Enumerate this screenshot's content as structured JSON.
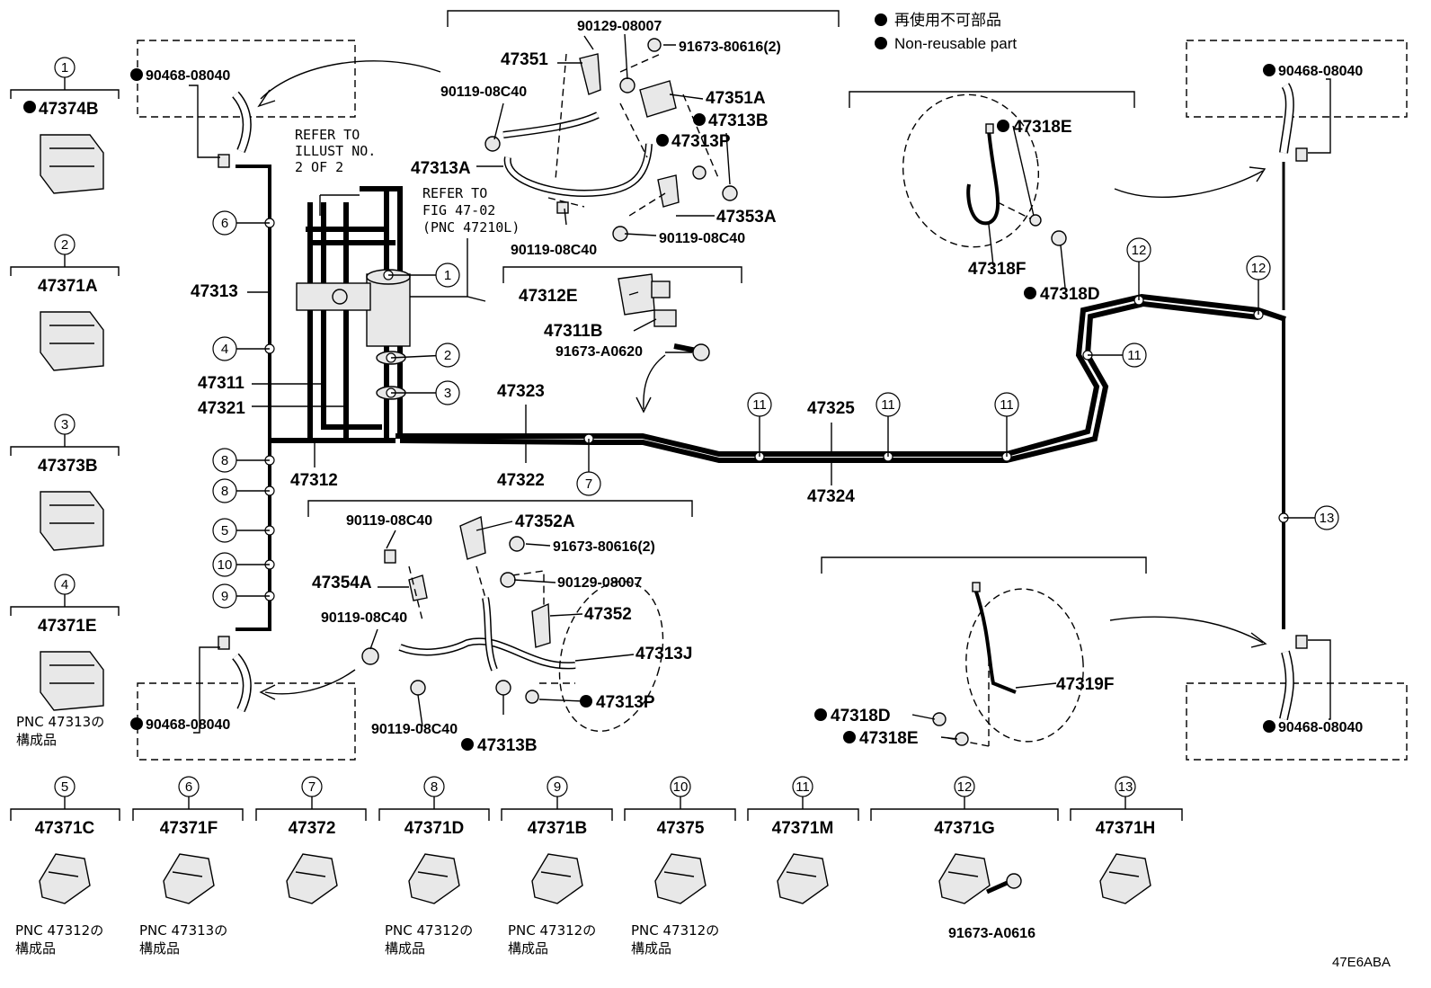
{
  "legend": {
    "jp": "再使用不可部品",
    "en": "Non-reusable part"
  },
  "corner_code": "47E6ABA",
  "notes": {
    "refer_illust": [
      "REFER TO",
      "ILLUST NO.",
      "2 OF 2"
    ],
    "refer_fig": [
      "REFER TO",
      "FIG 47-02",
      "(PNC 47210L)"
    ]
  },
  "left_clips": [
    {
      "n": "1",
      "pn": "47374B",
      "dot": true,
      "note": ""
    },
    {
      "n": "2",
      "pn": "47371A",
      "dot": false,
      "note": ""
    },
    {
      "n": "3",
      "pn": "47373B",
      "dot": false,
      "note": ""
    },
    {
      "n": "4",
      "pn": "47371E",
      "dot": false,
      "note": "PNC 47313の|構成品"
    }
  ],
  "bottom_clips": [
    {
      "n": "5",
      "pn": "47371C",
      "note": "PNC 47312の|構成品"
    },
    {
      "n": "6",
      "pn": "47371F",
      "note": "PNC 47313の|構成品"
    },
    {
      "n": "7",
      "pn": "47372",
      "note": ""
    },
    {
      "n": "8",
      "pn": "47371D",
      "note": "PNC 47312の|構成品"
    },
    {
      "n": "9",
      "pn": "47371B",
      "note": "PNC 47312の|構成品"
    },
    {
      "n": "10",
      "pn": "47375",
      "note": "PNC 47312の|構成品"
    },
    {
      "n": "11",
      "pn": "47371M",
      "note": ""
    },
    {
      "n": "12",
      "pn": "47371G",
      "note": ""
    },
    {
      "n": "13",
      "pn": "47371H",
      "note": ""
    }
  ],
  "bolt_12": "91673-A0616",
  "labels": {
    "p90468_tl": "90468-08040",
    "p90468_bl": "90468-08040",
    "p90468_tr": "90468-08040",
    "p90468_br": "90468-08040",
    "p47313": "47313",
    "p47311": "47311",
    "p47321": "47321",
    "p47312": "47312",
    "p47323": "47323",
    "p47322": "47322",
    "p47325": "47325",
    "p47324": "47324",
    "top_90129": "90129-08007",
    "top_91673": "91673-80616(2)",
    "top_47351": "47351",
    "top_90119a": "90119-08C40",
    "top_47351A": "47351A",
    "top_47313B": "47313B",
    "top_47313P": "47313P",
    "top_47313A": "47313A",
    "top_47353A": "47353A",
    "top_90119b": "90119-08C40",
    "top_90119c": "90119-08C40",
    "mid_47312E": "47312E",
    "mid_47311B": "47311B",
    "mid_91673": "91673-A0620",
    "bot_90119a": "90119-08C40",
    "bot_47352A": "47352A",
    "bot_91673": "91673-80616(2)",
    "bot_47354A": "47354A",
    "bot_90129": "90129-08007",
    "bot_90119b": "90119-08C40",
    "bot_47352": "47352",
    "bot_47313J": "47313J",
    "bot_47313P": "47313P",
    "bot_90119c": "90119-08C40",
    "bot_47313B": "47313B",
    "r_47318E": "47318E",
    "r_47318F": "47318F",
    "r_47318D": "47318D",
    "r_47319F": "47319F",
    "r_47318D2": "47318D",
    "r_47318E2": "47318E"
  },
  "pipe_clips": [
    "6",
    "4",
    "8",
    "8",
    "5",
    "10",
    "9",
    "1",
    "2",
    "3",
    "7",
    "11",
    "11",
    "11",
    "11",
    "12",
    "12",
    "13"
  ]
}
